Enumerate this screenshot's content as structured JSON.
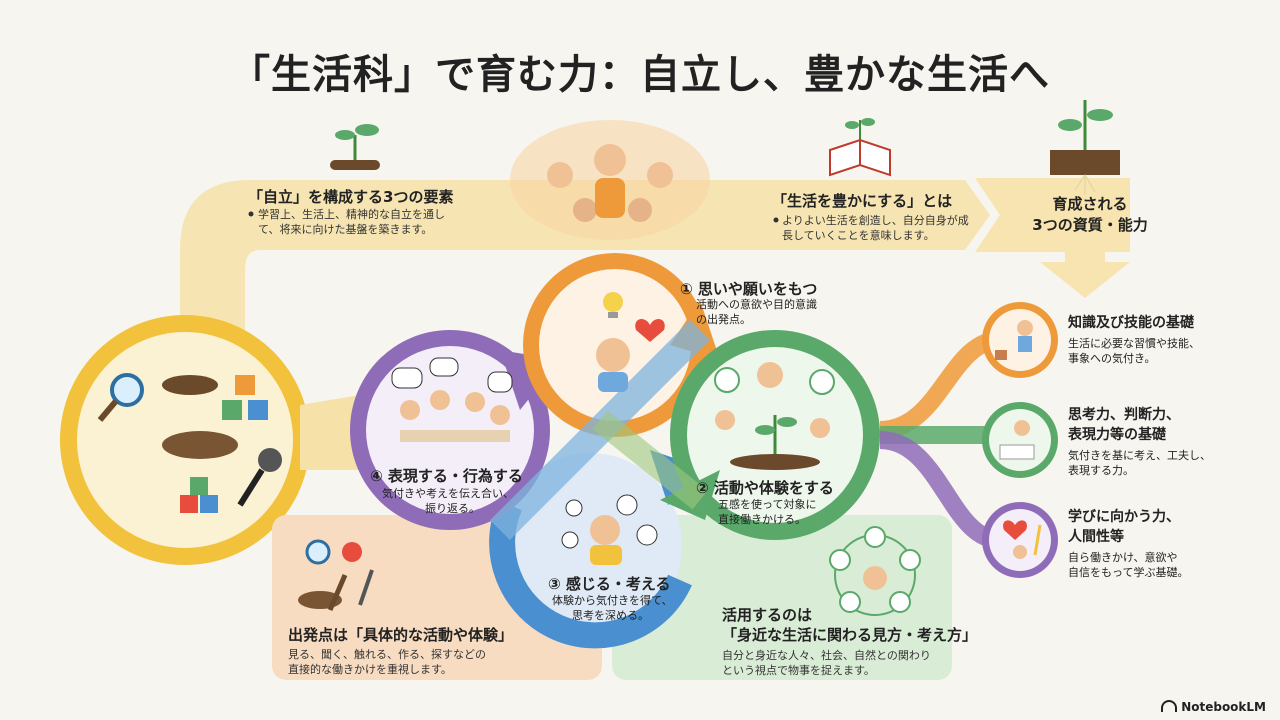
{
  "title": "「生活科」で育む力：自立し、豊かな生活へ",
  "top": {
    "autonomy": {
      "heading": "「自立」を構成する3つの要素",
      "body": "学習上、生活上、精神的な自立を通して、将来に向けた基盤を築きます。"
    },
    "enrich": {
      "heading": "「生活を豊かにする」とは",
      "body": "よりよい生活を創造し、自分自身が成長していくことを意味します。"
    },
    "qualities": {
      "heading_line1": "育成される",
      "heading_line2": "3つの資質・能力"
    }
  },
  "cycle": [
    {
      "title": "① 思いや願いをもつ",
      "desc_line1": "活動への意欲や目的意識",
      "desc_line2": "の出発点。",
      "color": "#ee9a3a"
    },
    {
      "title": "② 活動や体験をする",
      "desc_line1": "五感を使って対象に",
      "desc_line2": "直接働きかける。",
      "color": "#5aa96a"
    },
    {
      "title": "③ 感じる・考える",
      "desc_line1": "体験から気付きを得て、",
      "desc_line2": "思考を深める。",
      "color": "#4a8fd0"
    },
    {
      "title": "④ 表現する・行為する",
      "desc_line1": "気付きや考えを伝え合い、",
      "desc_line2": "振り返る。",
      "color": "#8f6cb8"
    }
  ],
  "qualities": [
    {
      "title_line1": "知識及び技能の基礎",
      "title_line2": "",
      "desc_line1": "生活に必要な習慣や技能、",
      "desc_line2": "事象への気付き。",
      "color": "#ee9a3a"
    },
    {
      "title_line1": "思考力、判断力、",
      "title_line2": "表現力等の基礎",
      "desc_line1": "気付きを基に考え、工夫し、",
      "desc_line2": "表現する力。",
      "color": "#5aa96a"
    },
    {
      "title_line1": "学びに向かう力、",
      "title_line2": "人間性等",
      "desc_line1": "自ら働きかけ、意欲や",
      "desc_line2": "自信をもって学ぶ基礎。",
      "color": "#8f6cb8"
    }
  ],
  "bottom": {
    "start": {
      "title": "出発点は「具体的な活動や体験」",
      "desc_line1": "見る、聞く、触れる、作る、探すなどの",
      "desc_line2": "直接的な働きかけを重視します。"
    },
    "use": {
      "title_line1": "活用するのは",
      "title_line2": "「身近な生活に関わる見方・考え方」",
      "desc_line1": "自分と身近な人々、社会、自然との関わり",
      "desc_line2": "という視点で物事を捉えます。"
    }
  },
  "footer": "NotebookLM",
  "colors": {
    "background": "#f7f5ef",
    "yellow": "#f2c23c",
    "orange": "#ee9a3a",
    "green": "#5aa96a",
    "blue": "#4a8fd0",
    "purple": "#8f6cb8"
  }
}
